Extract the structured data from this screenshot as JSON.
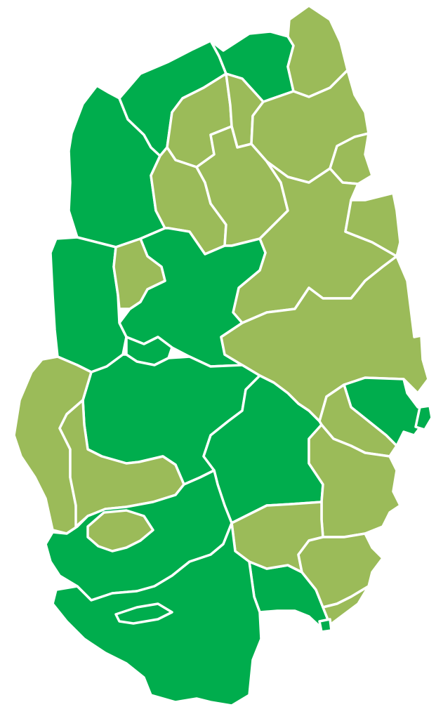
{
  "map": {
    "colors": {
      "dark": "#00ad4d",
      "light": "#9bbb59",
      "border": "#ffffff",
      "coast": "#1a9a3c"
    },
    "regions": [
      {
        "id": "region-01",
        "shade": "dark"
      },
      {
        "id": "region-02",
        "shade": "dark"
      },
      {
        "id": "region-03",
        "shade": "dark"
      },
      {
        "id": "region-04",
        "shade": "light"
      },
      {
        "id": "region-05",
        "shade": "light"
      },
      {
        "id": "region-06",
        "shade": "light"
      },
      {
        "id": "region-07",
        "shade": "light"
      },
      {
        "id": "region-08",
        "shade": "light"
      },
      {
        "id": "region-09",
        "shade": "light"
      },
      {
        "id": "region-10",
        "shade": "light"
      },
      {
        "id": "region-11",
        "shade": "light"
      },
      {
        "id": "region-12",
        "shade": "light"
      },
      {
        "id": "region-13",
        "shade": "dark"
      },
      {
        "id": "region-14",
        "shade": "dark"
      },
      {
        "id": "region-15",
        "shade": "light"
      },
      {
        "id": "region-16",
        "shade": "light"
      },
      {
        "id": "region-17",
        "shade": "dark"
      },
      {
        "id": "region-18",
        "shade": "dark"
      },
      {
        "id": "region-19",
        "shade": "dark"
      },
      {
        "id": "region-20",
        "shade": "light"
      },
      {
        "id": "region-21",
        "shade": "light"
      },
      {
        "id": "region-22",
        "shade": "dark"
      },
      {
        "id": "region-23",
        "shade": "light"
      },
      {
        "id": "region-24",
        "shade": "dark"
      },
      {
        "id": "region-25",
        "shade": "light"
      },
      {
        "id": "region-26",
        "shade": "light"
      },
      {
        "id": "region-27",
        "shade": "dark"
      },
      {
        "id": "region-28",
        "shade": "light"
      },
      {
        "id": "region-29",
        "shade": "light"
      },
      {
        "id": "region-30",
        "shade": "dark"
      },
      {
        "id": "region-31",
        "shade": "dark"
      },
      {
        "id": "region-32",
        "shade": "light"
      },
      {
        "id": "region-33",
        "shade": "dark"
      },
      {
        "id": "region-34",
        "shade": "dark"
      }
    ]
  }
}
